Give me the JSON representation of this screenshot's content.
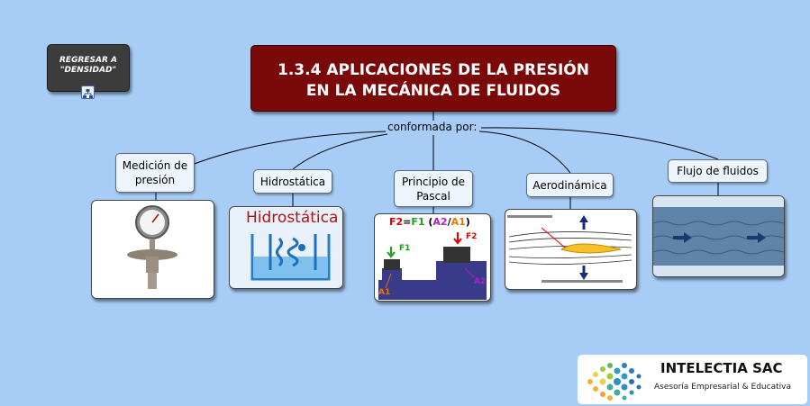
{
  "back_node": {
    "line1": "REGRESAR A",
    "line2": "\"DENSIDAD\""
  },
  "title": {
    "line1": "1.3.4 APLICACIONES DE LA PRESIÓN",
    "line2": "EN LA MECÁNICA DE FLUIDOS"
  },
  "linking_phrase": "conformada por:",
  "concepts": [
    {
      "line1": "Medición de",
      "line2": "presión"
    },
    {
      "line1": "Hidrostática"
    },
    {
      "line1": "Principio de",
      "line2": "Pascal"
    },
    {
      "line1": "Aerodinámica"
    },
    {
      "line1": "Flujo de fluidos"
    }
  ],
  "hydro_image_label": "Hidrostática",
  "pascal_image": {
    "formula_f2": "F2",
    "formula_eq": "=",
    "formula_f1": "F1",
    "formula_a2": "A2",
    "formula_div": "/",
    "formula_a1": "A1",
    "label_f1": "F1",
    "label_f2": "F2",
    "label_a1": "A1",
    "label_a2": "A2"
  },
  "logo": {
    "name": "INTELECTIA SAC",
    "tagline": "Asesoría Empresarial & Educativa"
  },
  "colors": {
    "background": "#a7cdf7",
    "title_fill": "#7a0a0a",
    "back_fill": "#3c3c3c",
    "concept_fill": "#eef4fb"
  }
}
